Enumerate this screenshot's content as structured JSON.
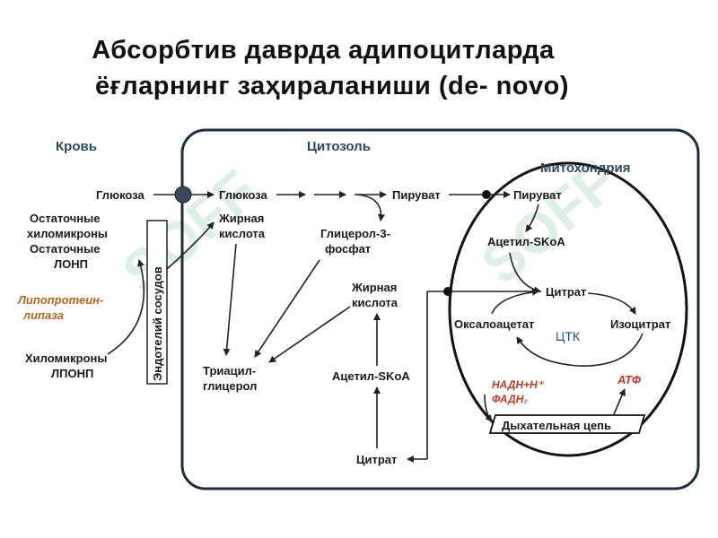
{
  "title": {
    "line1": "Абсорбтив даврда адипоцитларда",
    "line2": "ёғларнинг заҳираланиши (de- novo)"
  },
  "zones": {
    "blood": "Кровь",
    "cytosol": "Цитозоль",
    "mitochondria": "Митохондрия",
    "endothelium": "Эндотелий сосудов"
  },
  "labels": {
    "glucose_blood": "Глюкоза",
    "remnant_chylo_1": "Остаточные",
    "remnant_chylo_2": "хиломикроны",
    "remnant_vldl_1": "Остаточные",
    "remnant_vldl_2": "ЛОНП",
    "lipase_1": "Липопротеин-",
    "lipase_2": "липаза",
    "chylo_1": "Хиломикроны",
    "chylo_2": "ЛПОНП",
    "glucose_cyto": "Глюкоза",
    "fatty_acid_1_a": "Жирная",
    "fatty_acid_1_b": "кислота",
    "pyruvate_cyto": "Пируват",
    "glycerol3p_a": "Глицерол-3-",
    "glycerol3p_b": "фосфат",
    "fatty_acid_2_a": "Жирная",
    "fatty_acid_2_b": "кислота",
    "tag_a": "Триацил-",
    "tag_b": "глицерол",
    "acetyl_cyto": "Ацетил-SKoA",
    "citrate_cyto": "Цитрат",
    "pyruvate_mito": "Пируват",
    "acetyl_mito": "Ацетил-SKoA",
    "citrate_mito": "Цитрат",
    "oxaloacetate": "Оксалоацетат",
    "isocitrate": "Изоцитрат",
    "ctk": "ЦТК",
    "nadh": "НАДН+Н⁺",
    "fadh2": "ФАДН₂",
    "atf": "АТФ",
    "resp_chain": "Дыхательная цепь"
  },
  "colors": {
    "zone_text": "#2c4a5c",
    "enzyme": "#b5651d",
    "energy": "#c0392b",
    "ctk": "#1f4e8a"
  }
}
